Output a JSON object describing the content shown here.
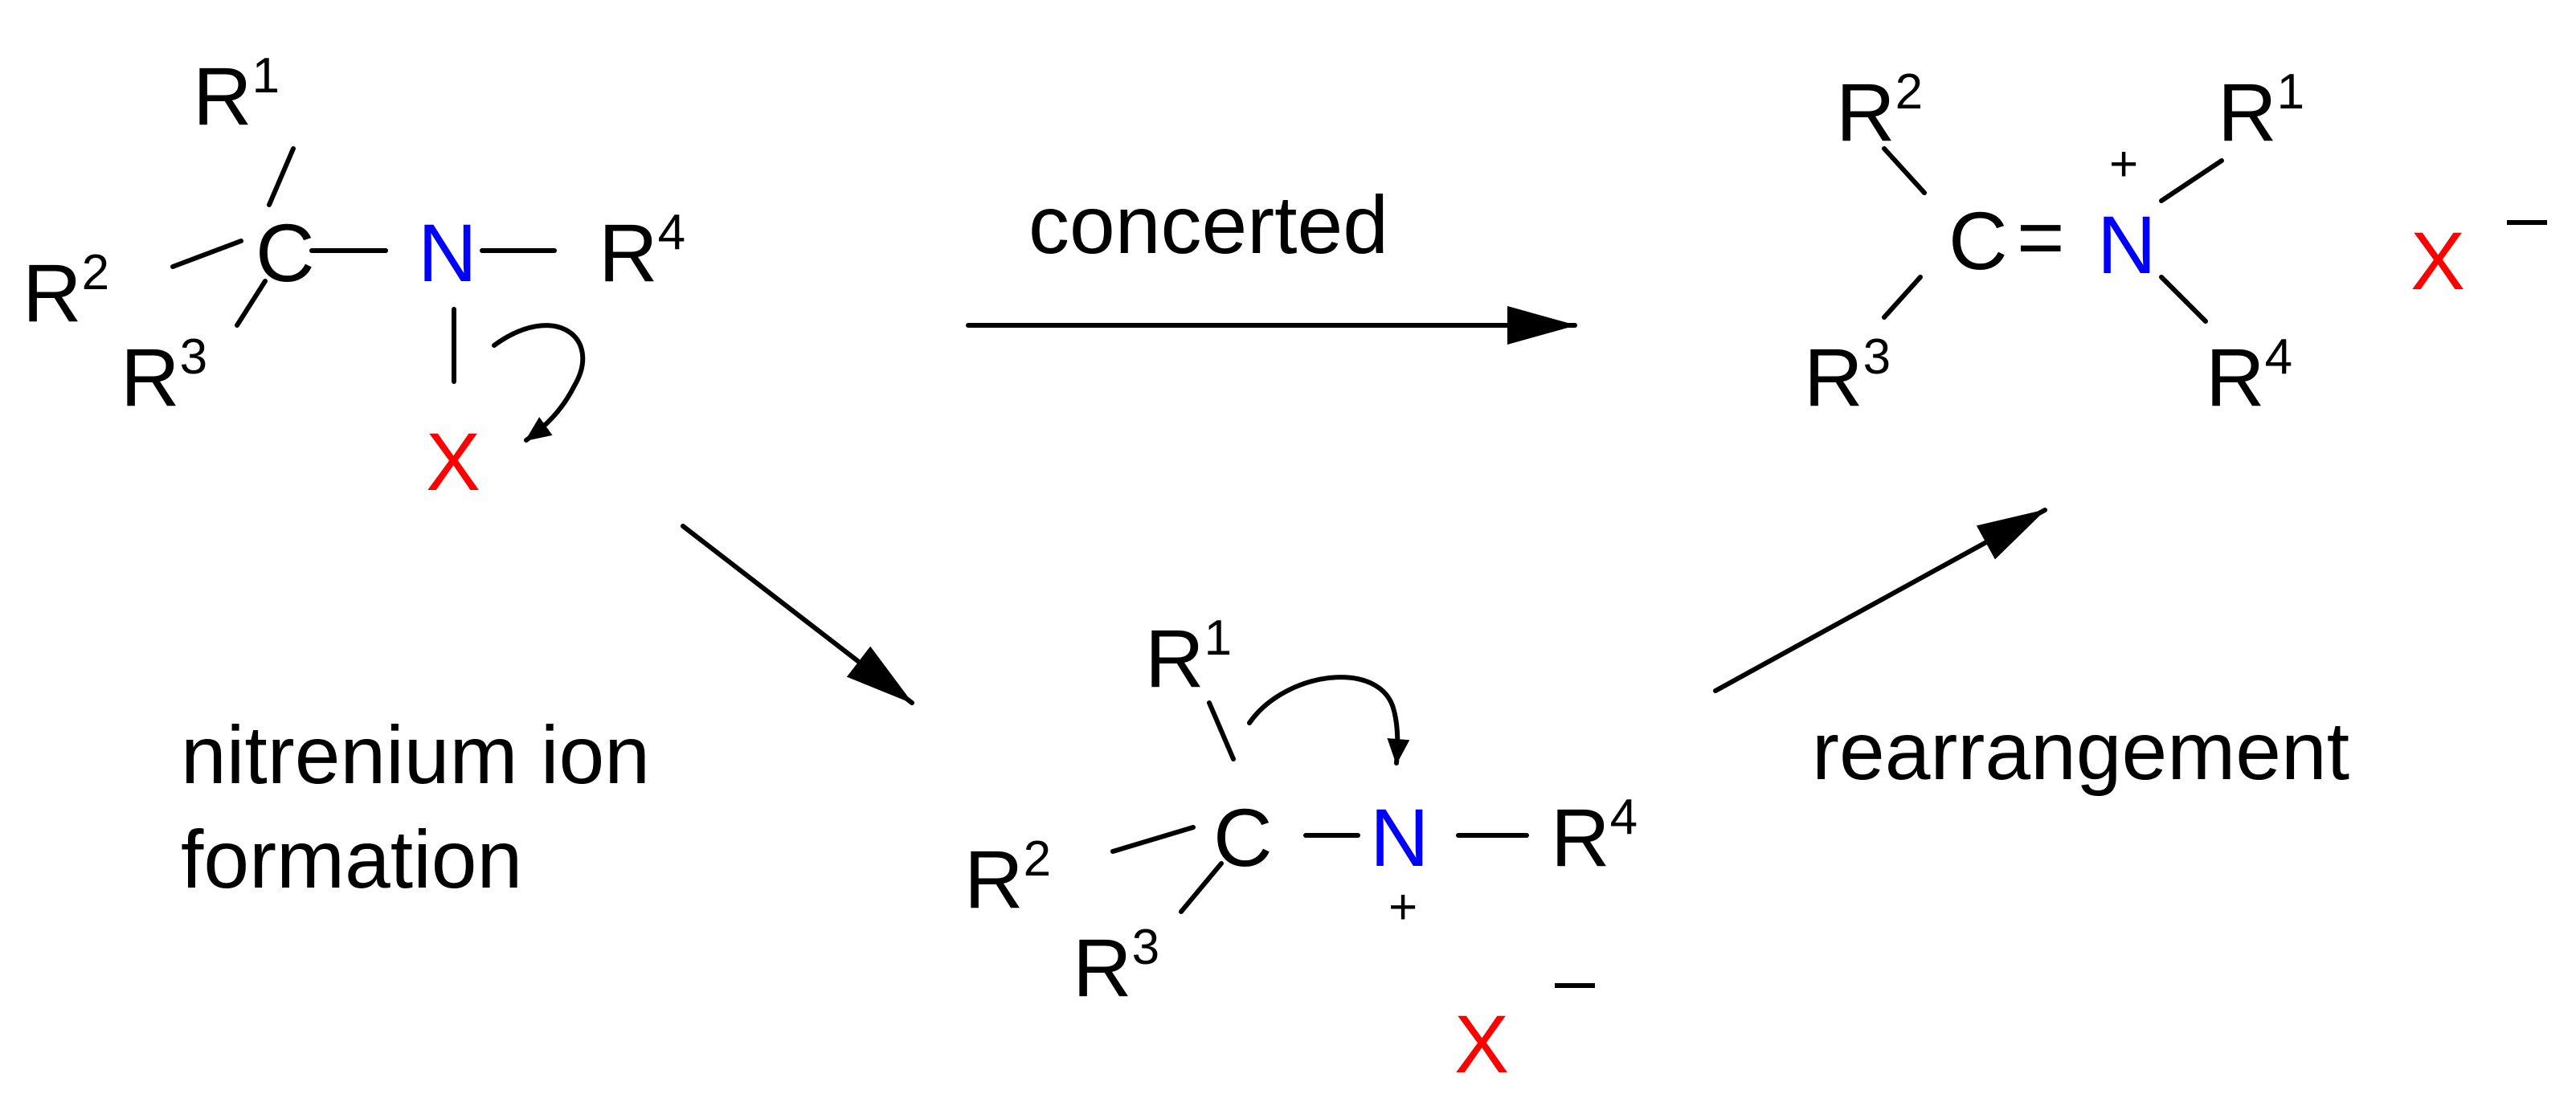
{
  "colors": {
    "nitrogen": "#0000ff",
    "leaving_group": "#ff0000",
    "ink": "#000000"
  },
  "arrows": {
    "concerted": "concerted",
    "nitrenium_line1": "nitrenium ion",
    "nitrenium_line2": "formation",
    "rearrangement": "rearrangement"
  },
  "reactant": {
    "r1": "R",
    "r1_sup": "1",
    "r2": "R",
    "r2_sup": "2",
    "r3": "R",
    "r3_sup": "3",
    "r4": "R",
    "r4_sup": "4",
    "carbon": "C",
    "nitrogen": "N",
    "leaving": "X"
  },
  "product": {
    "r1": "R",
    "r1_sup": "1",
    "r2": "R",
    "r2_sup": "2",
    "r3": "R",
    "r3_sup": "3",
    "r4": "R",
    "r4_sup": "4",
    "carbon": "C",
    "double_bond": "=",
    "nitrogen": "N",
    "charge": "+",
    "anion": "X",
    "anion_charge": "–"
  },
  "intermediate": {
    "r1": "R",
    "r1_sup": "1",
    "r2": "R",
    "r2_sup": "2",
    "r3": "R",
    "r3_sup": "3",
    "r4": "R",
    "r4_sup": "4",
    "carbon": "C",
    "nitrogen": "N",
    "charge": "+",
    "anion": "X",
    "anion_charge": "–"
  }
}
